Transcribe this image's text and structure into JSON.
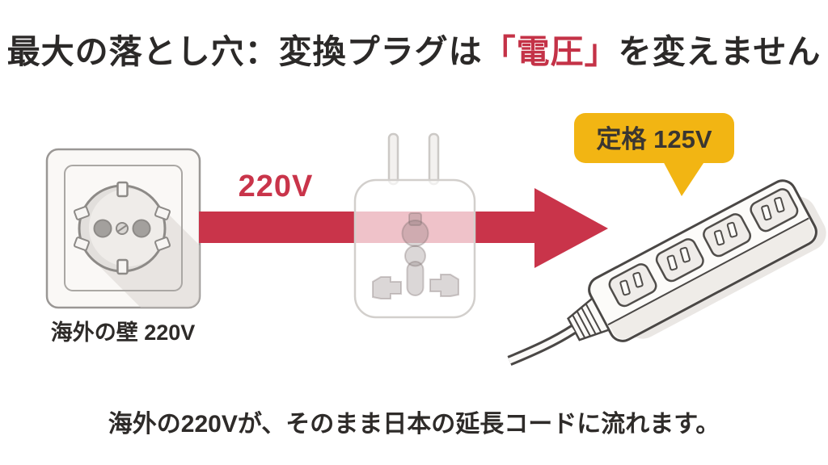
{
  "title": {
    "prefix": "最大の落とし穴：変換プラグは",
    "highlight": "「電圧」",
    "suffix": "を変えません"
  },
  "flow": {
    "source_voltage_label": "220V",
    "source_caption": "海外の壁 220V",
    "rating_badge": "定格 125V"
  },
  "caption": "海外の220Vが、そのまま日本の延長コードに流れます。",
  "colors": {
    "accent_red": "#c9344a",
    "title_red": "#c43247",
    "badge_yellow": "#f2b513",
    "text_dark": "#2e2b29",
    "outlet_outline": "#8d8a87",
    "strip_outline": "#4a4745"
  },
  "icons": {
    "wall_outlet": "european-wall-outlet-illustration",
    "adapter": "travel-plug-adapter-illustration",
    "arrow": "voltage-flow-arrow",
    "power_strip": "japanese-power-strip-illustration",
    "badge": "rating-speech-bubble"
  }
}
